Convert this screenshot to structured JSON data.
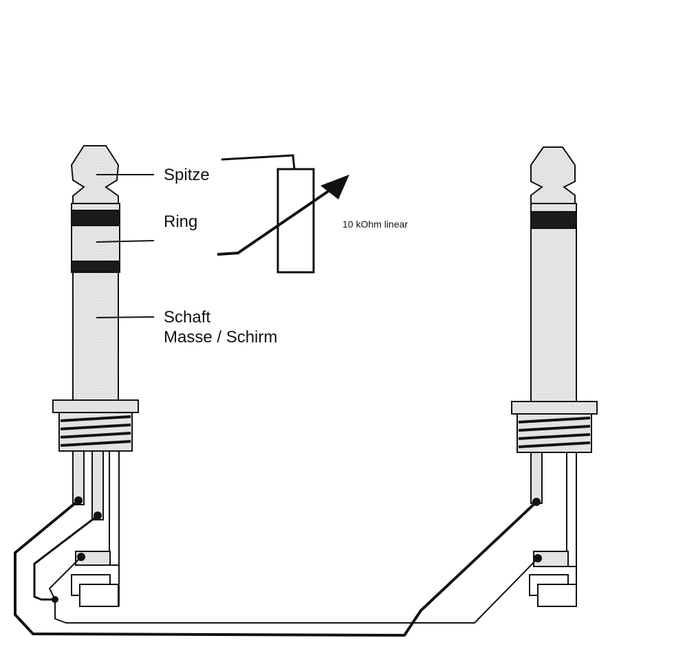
{
  "labels": {
    "tip": "Spitze",
    "ring": "Ring",
    "sleeve": "Schaft",
    "ground": "Masse / Schirm",
    "potentiometer": "10 kOhm linear"
  },
  "colors": {
    "ink": "#111111",
    "plug_fill": "#e6e6e6",
    "band": "#1a1a1a",
    "paper": "#ffffff"
  }
}
